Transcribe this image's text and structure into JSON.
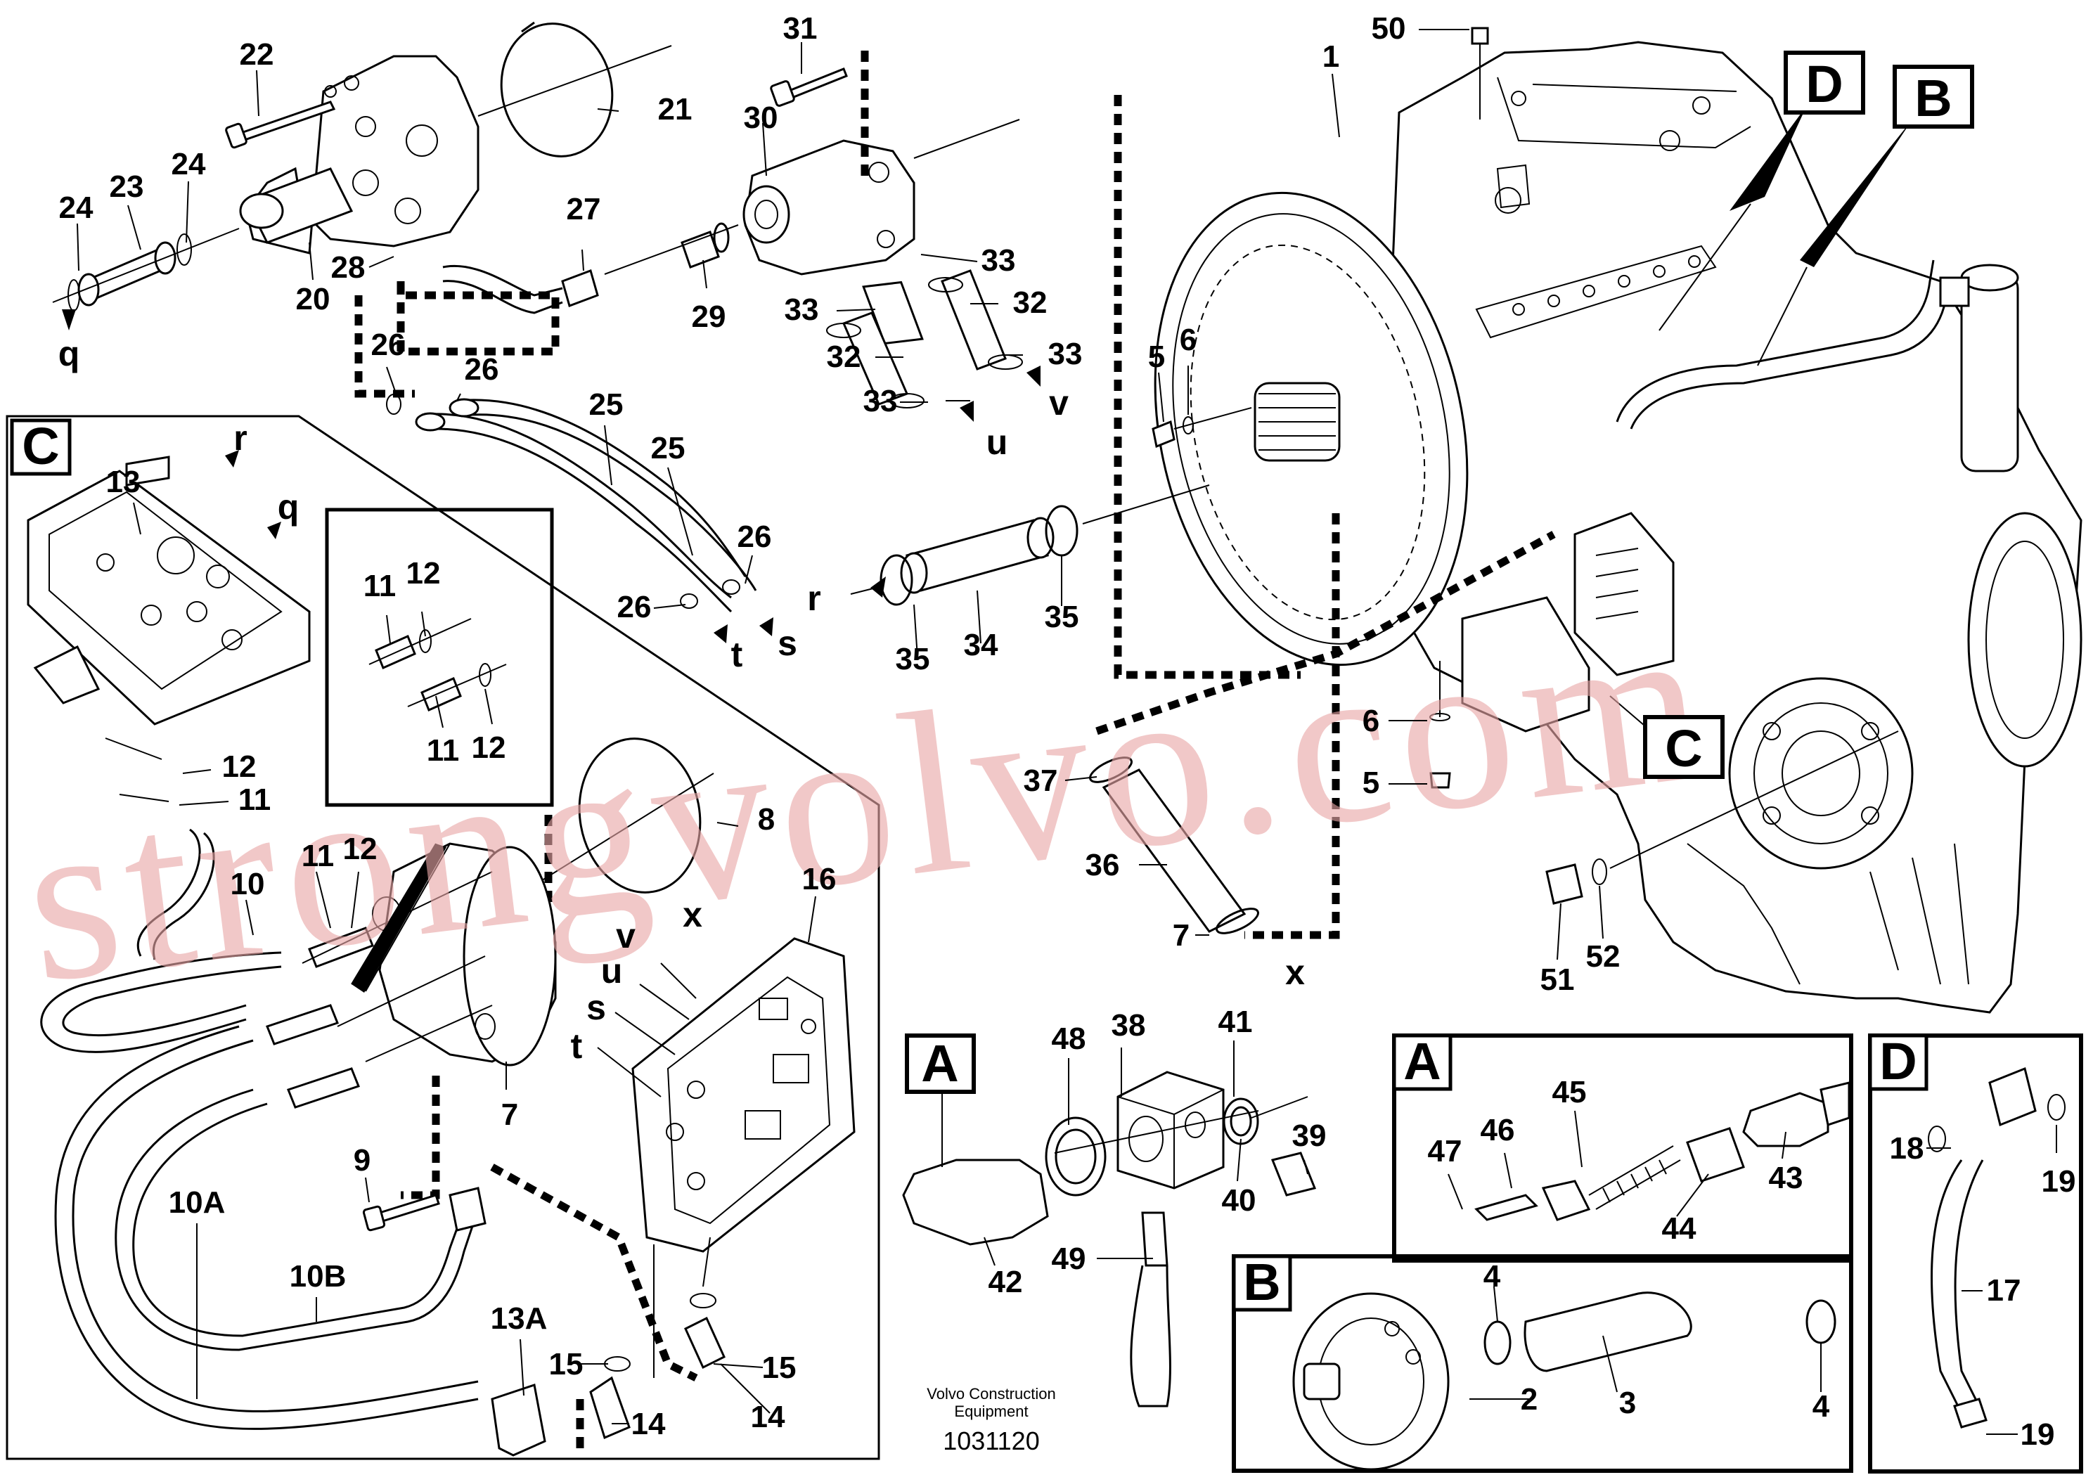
{
  "diagram": {
    "drawing_number": "1031120",
    "publisher_line1": "Volvo Construction",
    "publisher_line2": "Equipment",
    "watermark": "strongvolvo.com"
  },
  "detail_boxes": {
    "A_main": "A",
    "A_inset": "A",
    "B_main": "B",
    "B_inset": "B",
    "C_main": "C",
    "C_inset": "C",
    "D_main": "D",
    "D_inset": "D"
  },
  "connection_letters": {
    "q_top": "q",
    "r_main": "r",
    "s_main": "s",
    "t_main": "t",
    "u_main": "u",
    "v_main": "v",
    "x_main": "x",
    "q_c": "q",
    "r_c": "r",
    "s_c": "s",
    "t_c": "t",
    "u_c": "u",
    "v_c": "v",
    "x_c": "x"
  },
  "callouts": {
    "p50": "50",
    "p1": "1",
    "p22": "22",
    "p21": "21",
    "p31": "31",
    "p30": "30",
    "p24a": "24",
    "p23": "23",
    "p24b": "24",
    "p20": "20",
    "p28": "28",
    "p27": "27",
    "p29": "29",
    "p33a": "33",
    "p33b": "33",
    "p33c": "33",
    "p33d": "33",
    "p32a": "32",
    "p32b": "32",
    "p26a": "26",
    "p26b": "26",
    "p25a": "25",
    "p25b": "25",
    "p26c": "26",
    "p26d": "26",
    "p34": "34",
    "p35a": "35",
    "p35b": "35",
    "p5a": "5",
    "p6a": "6",
    "p6b": "6",
    "p5b": "5",
    "p37": "37",
    "p36": "36",
    "p7a": "7",
    "p41": "41",
    "p38": "38",
    "p48": "48",
    "p39": "39",
    "p40": "40",
    "p42": "42",
    "p49": "49",
    "p51": "51",
    "p52": "52",
    "p13": "13",
    "p11a": "11",
    "p12a": "12",
    "p11b": "11",
    "p12b": "12",
    "p12c": "12",
    "p11c": "11",
    "p10": "10",
    "p11d": "11",
    "p12d": "12",
    "p8": "8",
    "p16": "16",
    "p7b": "7",
    "p9": "9",
    "p10a": "10A",
    "p10b": "10B",
    "p13a": "13A",
    "p15a": "15",
    "p14a": "14",
    "p15b": "15",
    "p14b": "14",
    "p47": "47",
    "p46": "46",
    "p45": "45",
    "p44": "44",
    "p43": "43",
    "p4a": "4",
    "p3": "3",
    "p2": "2",
    "p4b": "4",
    "p18": "18",
    "p19a": "19",
    "p17": "17",
    "p19b": "19"
  }
}
